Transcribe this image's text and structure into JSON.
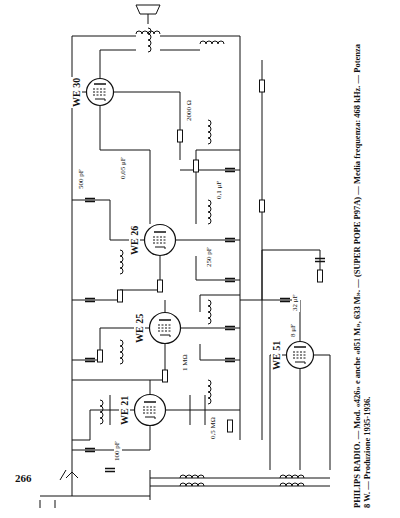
{
  "diagram": {
    "caption": "PHILIPS RADIO. — Mod. «426» e anche «851 M», 633 M». — (SUPER POPE P97A) — Media frequenza: 468 kHz. — Potenza 8 W. — Produzione 1935-1936.",
    "nodes": [
      {
        "text": [
          "WE 30"
        ]
      },
      {
        "text": [
          "WE 26"
        ]
      },
      {
        "text": [
          "WE 25"
        ]
      },
      {
        "text": [
          "WE 21"
        ]
      },
      {
        "text": [
          "WE 51"
        ]
      }
    ],
    "labels": [
      "266",
      "250 pF",
      "0,1 μF",
      "500 pF",
      "0,05 μF",
      "8 μF",
      "32 μF",
      "2000 Ω",
      "1 MΩ",
      "0,5 MΩ",
      "100 pF"
    ]
  }
}
